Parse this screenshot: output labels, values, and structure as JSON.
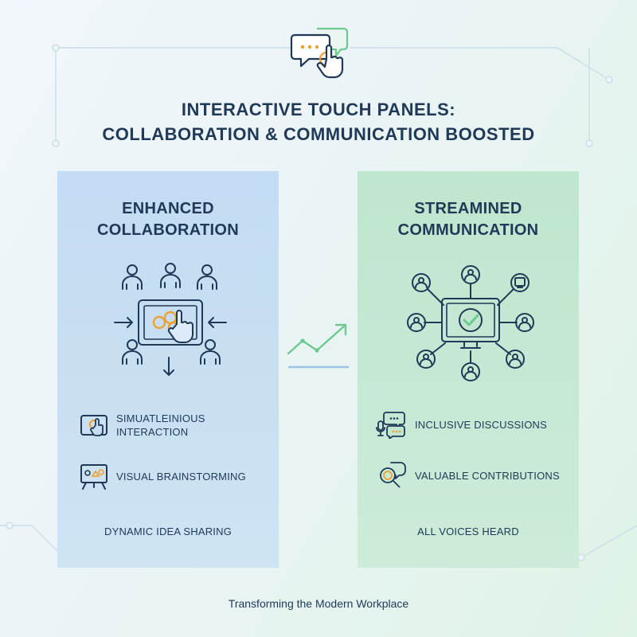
{
  "header": {
    "title_line1": "INTERACTIVE TOUCH PANELS:",
    "title_line2": "COLLABORATION & COMMUNICATION BOOSTED"
  },
  "icons": {
    "top": "chat-touch-icon",
    "left_main": "team-touchscreen-icon",
    "right_main": "network-monitor-check-icon",
    "center": "trend-up-icon"
  },
  "left_panel": {
    "heading_line1": "ENHANCED",
    "heading_line2": "COLLABORATION",
    "features": [
      {
        "icon": "touch-tablet-icon",
        "line1": "SIMUATLEINIOUS",
        "line2": "INTERACTION"
      },
      {
        "icon": "whiteboard-icon",
        "line1": "VISUAL BRAINSTORMING",
        "line2": ""
      }
    ],
    "tagline": "DYNAMIC IDEA SHARING"
  },
  "right_panel": {
    "heading_line1": "STREAMINED",
    "heading_line2": "COMMUNICATION",
    "features": [
      {
        "icon": "chat-mic-icon",
        "line1": "INCLUSIVE DISCUSSIONS",
        "line2": ""
      },
      {
        "icon": "search-chat-icon",
        "line1": "VALUABLE CONTRIBUTIONS",
        "line2": ""
      }
    ],
    "tagline": "ALL VOICES HEARD"
  },
  "footer": {
    "text": "Transforming the Modern Workplace"
  },
  "colors": {
    "navy": "#1f3957",
    "orange_accent": "#f0a030",
    "green_accent": "#6cc990",
    "left_panel": "#c6ddf3",
    "right_panel": "#c2e7d1"
  }
}
